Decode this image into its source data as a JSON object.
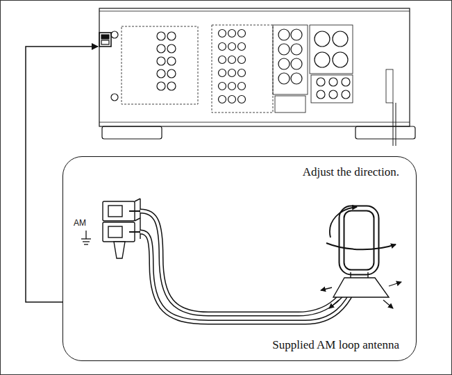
{
  "diagram": {
    "nodes": [
      {
        "text": [
          "Adjust the direction.",
          "Supplied AM loop antenna"
        ]
      }
    ],
    "labels": [
      "AM"
    ]
  }
}
